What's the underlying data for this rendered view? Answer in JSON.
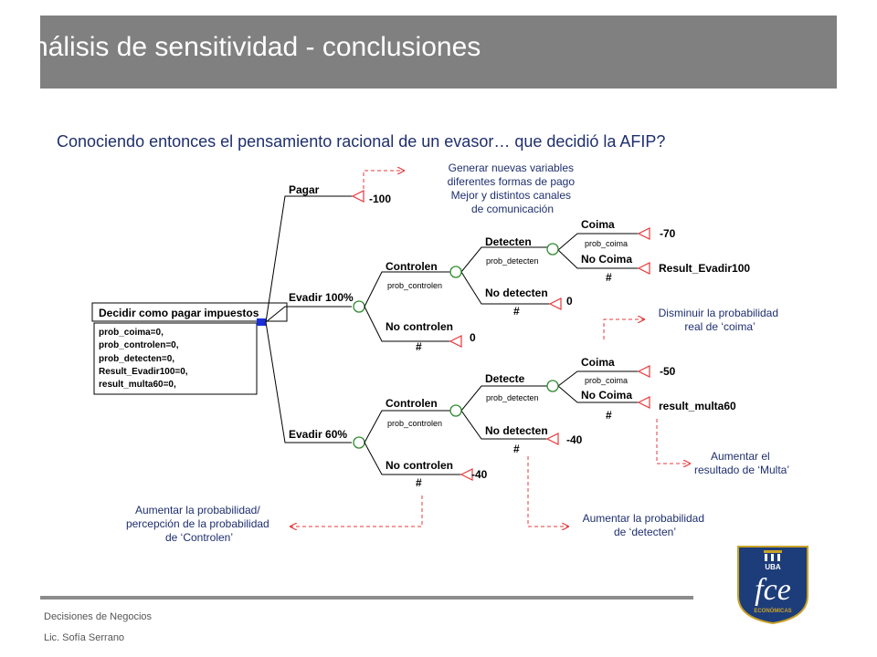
{
  "title": "Análisis de sensitividad - conclusiones",
  "subtitle": "Conociendo entonces el pensamiento racional de un evasor… que decidió la AFIP?",
  "tree": {
    "root_label": "Decidir como pagar impuestos",
    "root_params": [
      "prob_coima=0,",
      "prob_controlen=0,",
      "prob_detecten=0,",
      "Result_Evadir100=0,",
      "result_multa60=0,"
    ],
    "pagar": "Pagar",
    "pagar_value": "-100",
    "evadir100": "Evadir 100%",
    "evadir60": "Evadir 60%",
    "controlen": "Controlen",
    "prob_controlen": "prob_controlen",
    "no_controlen": "No controlen",
    "hash": "#",
    "e100_nocontrolen_value": "0",
    "detecten": "Detecten",
    "detecte": "Detecte",
    "prob_detecten": "prob_detecten",
    "no_detecten": "No detecten",
    "e100_nodetecten_value": "0",
    "coima": "Coima",
    "prob_coima": "prob_coima",
    "no_coima": "No Coima",
    "e100_coima_value": "-70",
    "e100_nocoima_value": "Result_Evadir100",
    "e60_coima_value": "-50",
    "e60_nocoima_value": "result_multa60",
    "e60_nodetecten_value": "-40",
    "e60_nocontrolen_value": "-40"
  },
  "notes": {
    "generar": [
      "Generar nuevas variables",
      "diferentes formas de pago",
      "Mejor y distintos canales",
      "de comunicación"
    ],
    "disminuir": [
      "Disminuir la probabilidad",
      "real de ‘coima’"
    ],
    "aumentar_multa": [
      "Aumentar el",
      "resultado de ‘Multa’"
    ],
    "aumentar_detecten": [
      "Aumentar la probabilidad",
      "de ‘detecten’"
    ],
    "aumentar_controlen": [
      "Aumentar la probabilidad/",
      "percepción de la probabilidad",
      "de ‘Controlen’"
    ]
  },
  "footer": {
    "line1": "Decisiones de Negocios",
    "line2": "Lic. Sofía Serrano"
  },
  "logo": {
    "top": "UBA",
    "main": "fce",
    "bottom": "ECONÓMICAS"
  },
  "colors": {
    "title_bar": "#808080",
    "text_blue": "#1f2f6e",
    "arrow_red": "#e8383b",
    "node_green": "#2e8b2e",
    "logo_blue": "#1d3d7a",
    "logo_gold": "#c9a227"
  }
}
